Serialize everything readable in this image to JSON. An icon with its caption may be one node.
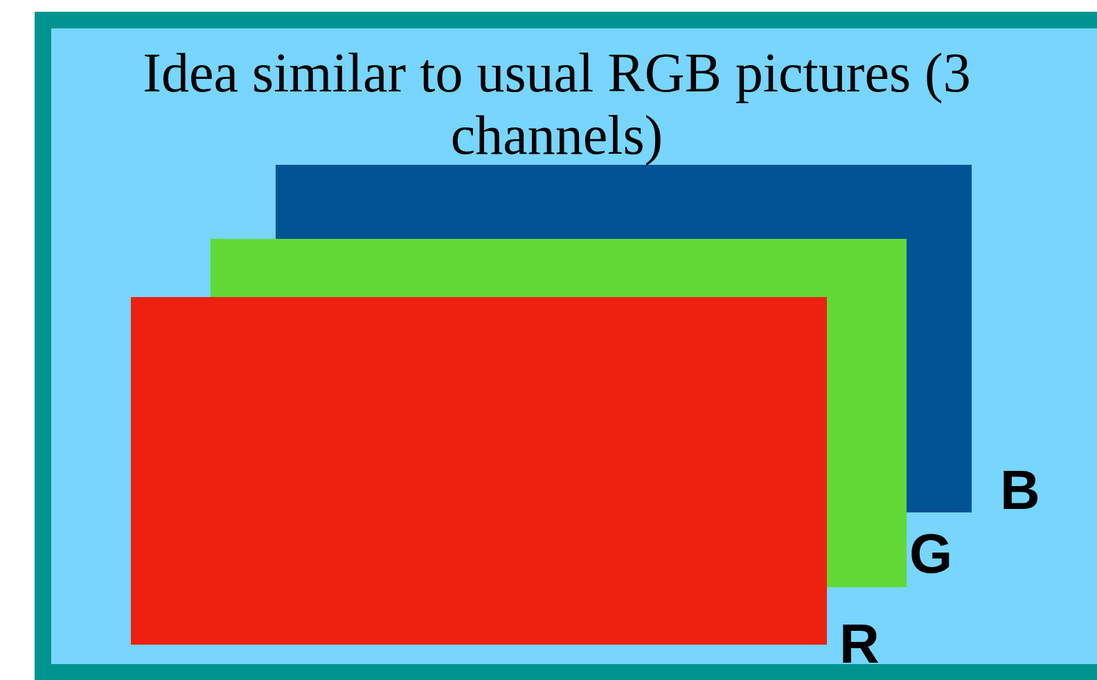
{
  "diagram": {
    "title": "Idea similar to usual RGB pictures (3 channels)",
    "nodes": [
      {
        "text": [],
        "shape": "box",
        "beside": [
          "B"
        ]
      },
      {
        "text": [],
        "shape": "box",
        "beside": [
          "G"
        ]
      },
      {
        "text": [],
        "shape": "box",
        "beside": [
          "R"
        ]
      }
    ]
  }
}
